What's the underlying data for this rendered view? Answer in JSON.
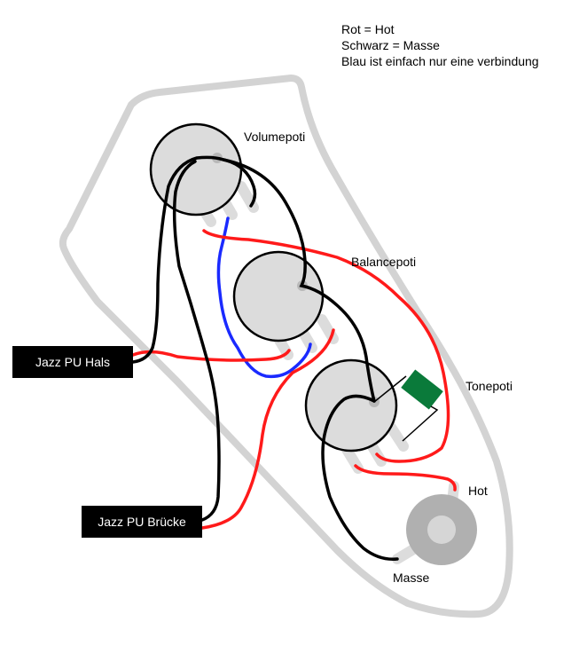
{
  "legend": {
    "lines": [
      "Rot = Hot",
      "Schwarz = Masse",
      "Blau ist einfach nur eine verbindung"
    ]
  },
  "components": {
    "volume_pot": {
      "label": "Volumepoti"
    },
    "balance_pot": {
      "label": "Balancepoti"
    },
    "tone_pot": {
      "label": "Tonepoti"
    },
    "jack": {
      "hot_label": "Hot",
      "ground_label": "Masse"
    },
    "pickup_neck": {
      "label": "Jazz PU Hals"
    },
    "pickup_bridge": {
      "label": "Jazz PU Brücke"
    },
    "capacitor": {
      "color": "#0a7a3a"
    }
  },
  "colors": {
    "hot_wire": "#ff1a1a",
    "ground_wire": "#000000",
    "link_wire": "#1a2aff",
    "pickguard_outline": "#d3d3d3",
    "pot_fill": "#dcdcdc",
    "lug": "#dcdcdc",
    "jack_outer": "#b0b0b0",
    "jack_inner": "#d6d6d6",
    "label_bg": "#000000",
    "label_text": "#ffffff"
  }
}
